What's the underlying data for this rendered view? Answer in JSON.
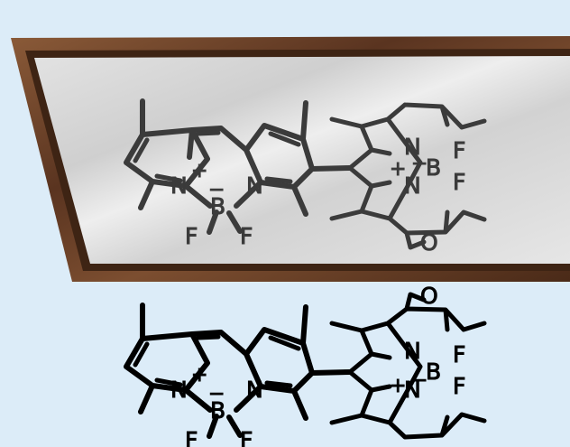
{
  "background_color": "#dcecf8",
  "frame_color": "#6b4128",
  "mirror_color": "#d8d8d8",
  "reflection_ink": "#3b3b3b",
  "molecule_ink": "#000000",
  "atoms": {
    "nitrogen": "N",
    "boron": "B",
    "fluorine": "F",
    "oxygen": "O",
    "plus": "+",
    "minus": "−"
  }
}
